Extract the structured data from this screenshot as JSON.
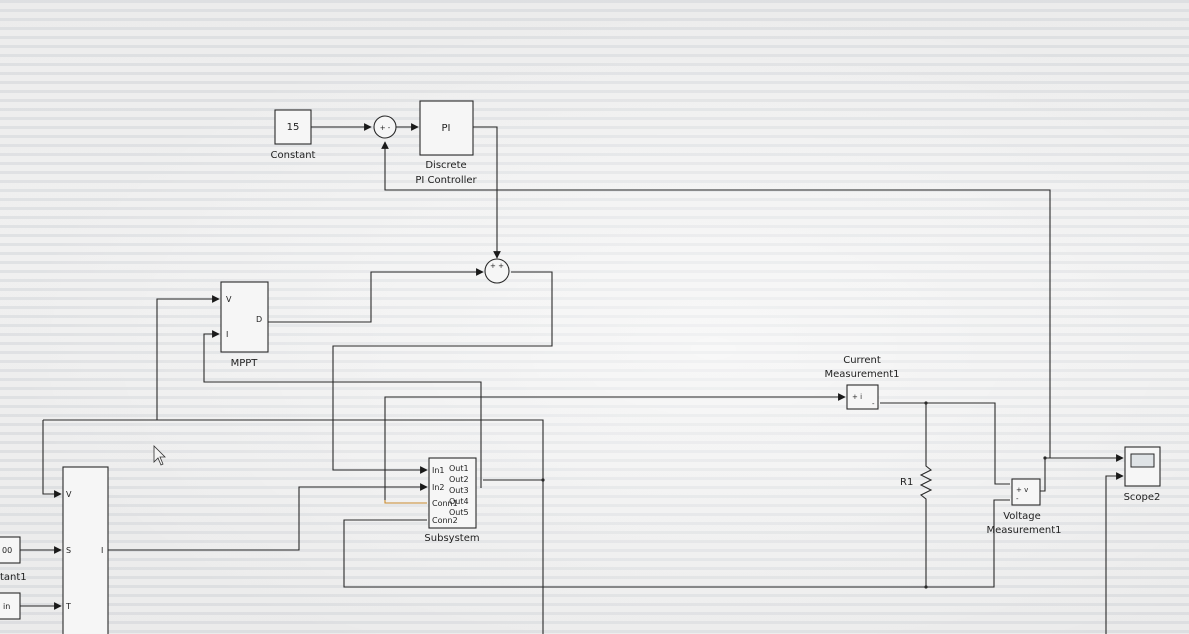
{
  "diagram": {
    "constant": {
      "value": "15",
      "caption": "Constant"
    },
    "sum1": {
      "signs_text": "+ -"
    },
    "pi_controller": {
      "label": "PI",
      "caption_line1": "Discrete",
      "caption_line2": "PI Controller"
    },
    "sum2": {
      "signs_text": "+ +"
    },
    "mppt": {
      "caption": "MPPT",
      "port_v": "V",
      "port_i": "I",
      "port_d": "D"
    },
    "subsystem": {
      "caption": "Subsystem",
      "in1": "In1",
      "in2": "In2",
      "conn1": "Conn1",
      "conn2": "Conn2",
      "out1": "Out1",
      "out2": "Out2",
      "out3": "Out3",
      "out4": "Out4",
      "out5": "Out5"
    },
    "current_measurement": {
      "caption_line1": "Current",
      "caption_line2": "Measurement1",
      "terminal_text": "+ i",
      "terminal_minus": "-"
    },
    "voltage_measurement": {
      "caption_line1": "Voltage",
      "caption_line2": "Measurement1",
      "terminal_text": "+ v",
      "terminal_minus": "-"
    },
    "resistor": {
      "caption": "R1"
    },
    "scope": {
      "caption": "Scope2"
    },
    "pv_block": {
      "port_v": "V",
      "port_s": "S",
      "port_t": "T",
      "port_i": "I"
    },
    "left_const1": {
      "value": "00",
      "caption": "tant1"
    },
    "left_const2": {
      "value": "in"
    }
  },
  "colors": {
    "line": "#2a2a2a",
    "orange_wire": "#c98a2e",
    "block_fill": "#f6f6f6"
  }
}
